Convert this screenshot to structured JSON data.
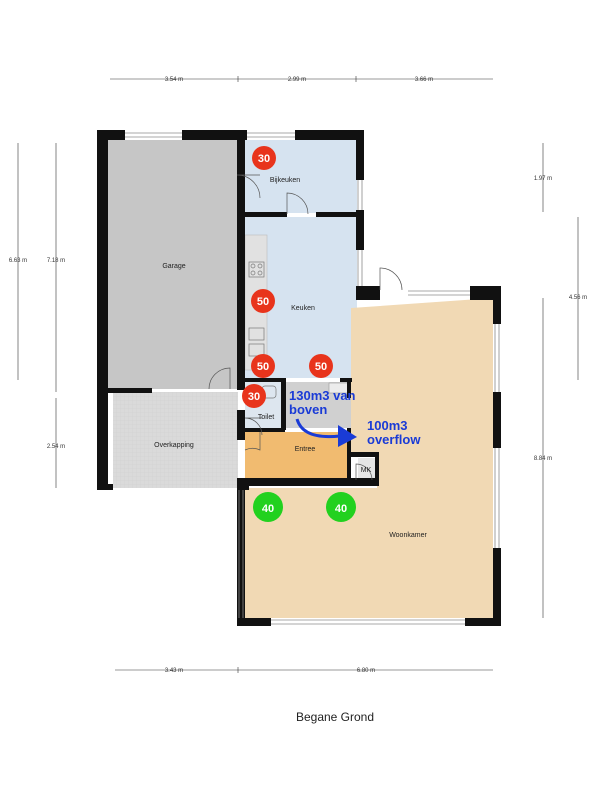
{
  "floor_title": "Begane Grond",
  "dimensions": {
    "top": [
      "3.54 m",
      "2.99 m",
      "3.66 m"
    ],
    "bottom": [
      "3.43 m",
      "6.80 m"
    ],
    "left": [
      "6.63 m",
      "7.18 m",
      "2.54 m"
    ],
    "right": [
      "1.97 m",
      "4.56 m",
      "8.84 m"
    ]
  },
  "rooms": {
    "garage": "Garage",
    "overkapping": "Overkapping",
    "bijkeuken": "Bijkeuken",
    "keuken": "Keuken",
    "toilet": "Toilet",
    "entree": "Entree",
    "woonkamer": "Woonkamer",
    "meterkast": "MK"
  },
  "badges": {
    "red": [
      "30",
      "50",
      "50",
      "50",
      "30"
    ],
    "green": [
      "40",
      "40"
    ]
  },
  "airflow": {
    "supply_line1": "130m3 van",
    "supply_line2": "boven",
    "overflow_line1": "100m3",
    "overflow_line2": "overflow"
  },
  "colors": {
    "wall": "#111111",
    "garage_floor": "#c6c6c6",
    "overkapping_floor": "#dcdcdc",
    "kitchen_floor": "#d6e3f0",
    "entree_floor": "#f1bb70",
    "living_floor": "#f1d9b4",
    "badge_red": "#e8341c",
    "badge_green": "#22d11f",
    "flow_blue": "#1a3bd6"
  }
}
